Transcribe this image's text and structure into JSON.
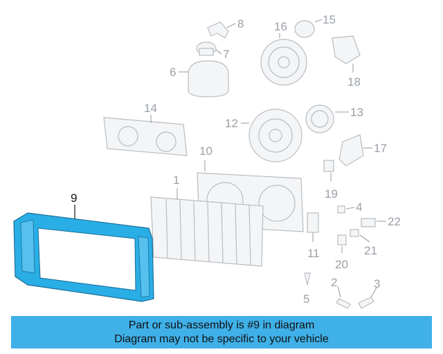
{
  "diagram": {
    "callouts": {
      "c1": "1",
      "c2": "2",
      "c3": "3",
      "c4": "4",
      "c5": "5",
      "c6": "6",
      "c7": "7",
      "c8": "8",
      "c9": "9",
      "c10": "10",
      "c11": "11",
      "c12": "12",
      "c13": "13",
      "c14": "14",
      "c15": "15",
      "c16": "16",
      "c17": "17",
      "c18": "18",
      "c19": "19",
      "c20": "20",
      "c21": "21",
      "c22": "22"
    },
    "highlighted_part": "9",
    "colors": {
      "highlight_fill": "#29aee6",
      "banner_bg": "#3fb0e8",
      "line_art": "#b8bcc0"
    }
  },
  "banner": {
    "line1": "Part or sub-assembly is #9 in diagram",
    "line2": "Diagram may not be specific to your vehicle"
  }
}
